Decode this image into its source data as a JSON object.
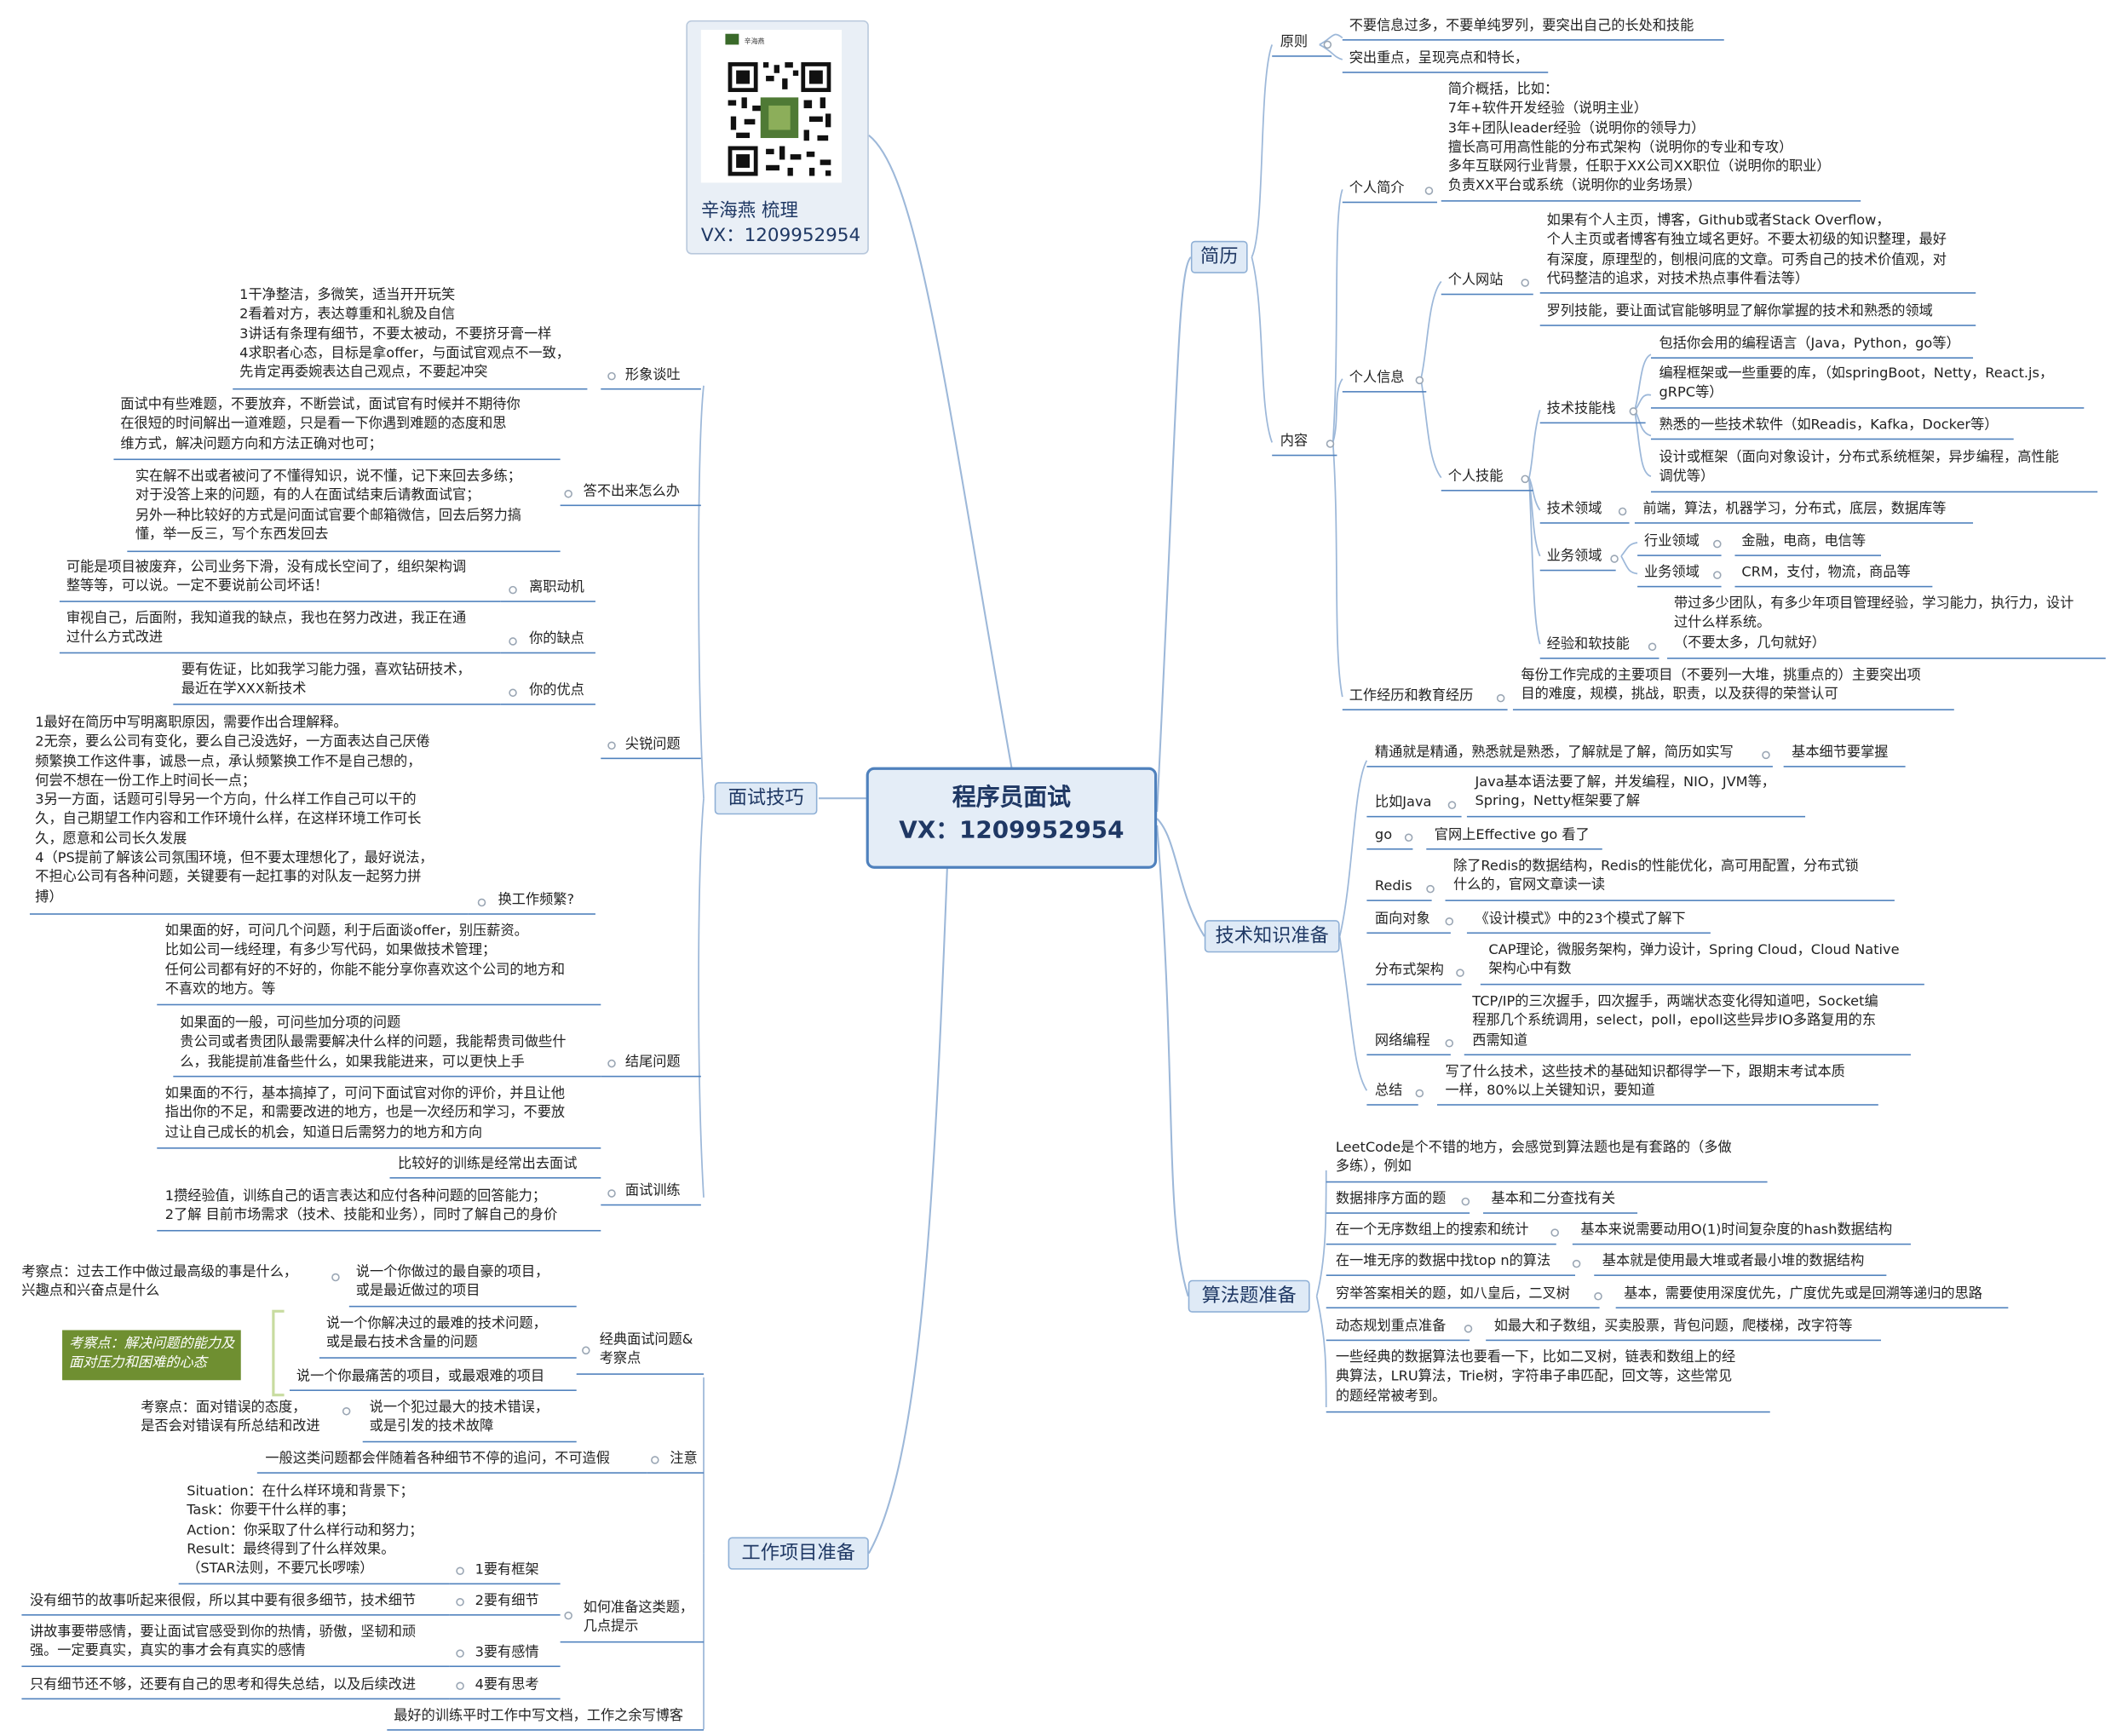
{
  "profile": {
    "caption": "辛海燕 梳理",
    "wechat": "VX：1209952954",
    "qr_label": "辛海燕"
  },
  "central": {
    "title": "程序员面试",
    "wechat": "VX：1209952954"
  },
  "branches": {
    "resume": "简历",
    "tech": "技术知识准备",
    "algo": "算法题准备",
    "skills": "面试技巧",
    "project": "工作项目准备"
  },
  "resume": {
    "principle": "原则",
    "principle_items": [
      "不要信息过多，不要单纯罗列，要突出自己的长处和技能",
      "突出重点，呈现亮点和特长，"
    ],
    "content": "内容",
    "intro": "个人简介",
    "intro_text": "简介概括，比如：\n7年+软件开发经验（说明主业）\n3年+团队leader经验（说明你的领导力）\n擅长高可用高性能的分布式架构（说明你的专业和专攻）\n多年互联网行业背景，任职于XX公司XX职位（说明你的职业）\n负责XX平台或系统（说明你的业务场景）",
    "info": "个人信息",
    "website": "个人网站",
    "website_text": "如果有个人主页，博客，Github或者Stack Overflow，\n个人主页或者博客有独立域名更好。不要太初级的知识整理，最好\n有深度，原理型的，刨根问底的文章。可秀自己的技术价值观，对\n代码整洁的追求，对技术热点事件看法等）",
    "skills": "个人技能",
    "skills_intro": "罗列技能，要让面试官能够明显了解你掌握的技术和熟悉的领域",
    "stack": "技术技能栈",
    "stack_items": [
      "包括你会用的编程语言（Java，Python，go等）",
      "编程框架或一些重要的库，（如springBoot，Netty，React.js，\ngRPC等）",
      "熟悉的一些技术软件（如Readis，Kafka，Docker等）",
      "设计或框架（面向对象设计，分布式系统框架，异步编程，高性能\n调优等）"
    ],
    "tech_domain": "技术领域",
    "tech_domain_text": "前端，算法，机器学习，分布式，底层，数据库等",
    "biz": "业务领域",
    "industry": "行业领域",
    "industry_text": "金融，电商，电信等",
    "business": "业务领域",
    "business_text": "CRM，支付，物流，商品等",
    "soft": "经验和软技能",
    "soft_text": "带过多少团队，有多少年项目管理经验，学习能力，执行力，设计\n过什么样系统。\n（不要太多，几句就好）",
    "history": "工作经历和教育经历",
    "history_text": "每份工作完成的主要项目（不要列一大堆，挑重点的）主要突出项\n目的难度，规模，挑战，职责，以及获得的荣誉认可"
  },
  "tech": {
    "precision": "精通就是精通，熟悉就是熟悉，了解就是了解，简历如实写",
    "precision_tip": "基本细节要掌握",
    "java": "比如Java",
    "java_text": "Java基本语法要了解，并发编程，NIO，JVM等，\nSpring，Netty框架要了解",
    "go": "go",
    "go_text": "官网上Effective go 看了",
    "redis": "Redis",
    "redis_text": "除了Redis的数据结构，Redis的性能优化，高可用配置，分布式锁\n什么的，官网文章读一读",
    "oop": "面向对象",
    "oop_text": "《设计模式》中的23个模式了解下",
    "dist": "分布式架构",
    "dist_text": "CAP理论，微服务架构，弹力设计，Spring Cloud，Cloud Native\n架构心中有数",
    "net": "网络编程",
    "net_text": "TCP/IP的三次握手，四次握手，两端状态变化得知道吧，Socket编\n程那几个系统调用，select，poll，epoll这些异步IO多路复用的东\n西需知道",
    "summary": "总结",
    "summary_text": "写了什么技术，这些技术的基础知识都得学一下，跟期末考试本质\n一样，80%以上关键知识，要知道"
  },
  "algo": {
    "intro": "LeetCode是个不错的地方，会感觉到算法题也是有套路的（多做\n多练），例如",
    "rows": [
      {
        "topic": "数据排序方面的题",
        "tip": "基本和二分查找有关"
      },
      {
        "topic": "在一个无序数组上的搜索和统计",
        "tip": "基本来说需要动用O(1)时间复杂度的hash数据结构"
      },
      {
        "topic": "在一堆无序的数据中找top n的算法",
        "tip": "基本就是使用最大堆或者最小堆的数据结构"
      },
      {
        "topic": "穷举答案相关的题，如八皇后，二叉树",
        "tip": "基本，需要使用深度优先，广度优先或是回溯等递归的思路"
      },
      {
        "topic": "动态规划重点准备",
        "tip": "如最大和子数组，买卖股票，背包问题，爬楼梯，改字符等"
      }
    ],
    "outro": "一些经典的数据算法也要看一下，比如二叉树，链表和数组上的经\n典算法，LRU算法，Trie树，字符串子串匹配，回文等，这些常见\n的题经常被考到。"
  },
  "skills": {
    "image": "形象谈吐",
    "image_text": "1干净整洁，多微笑，适当开开玩笑\n2看着对方，表达尊重和礼貌及自信\n3讲话有条理有细节，不要太被动，不要挤牙膏一样\n4求职者心态，目标是拿offer，与面试官观点不一致，\n先肯定再委婉表达自己观点，不要起冲突",
    "unanswered": "答不出来怎么办",
    "unanswered_a": "面试中有些难题，不要放弃，不断尝试，面试官有时候并不期待你\n在很短的时间解出一道难题，只是看一下你遇到难题的态度和思\n维方式，解决问题方向和方法正确对也可；",
    "unanswered_b": "实在解不出或者被问了不懂得知识，说不懂，记下来回去多练；\n对于没答上来的问题，有的人在面试结束后请教面试官；\n另外一种比较好的方式是问面试官要个邮箱微信，回去后努力搞\n懂，举一反三，写个东西发回去",
    "sharp": "尖锐问题",
    "leave": "离职动机",
    "leave_text": "可能是项目被废弃，公司业务下滑，没有成长空间了，组织架构调\n整等等，可以说。一定不要说前公司坏话！",
    "weak": "你的缺点",
    "weak_text": "审视自己，后面附，我知道我的缺点，我也在努力改进，我正在通\n过什么方式改进",
    "strong": "你的优点",
    "strong_text": "要有佐证，比如我学习能力强，喜欢钻研技术，\n最近在学XXX新技术",
    "hop": "换工作频繁?",
    "hop_text": "1最好在简历中写明离职原因，需要作出合理解释。\n2无奈，要么公司有变化，要么自己没选好，一方面表达自己厌倦\n频繁换工作这件事，诚恳一点，承认频繁换工作不是自己想的，\n何尝不想在一份工作上时间长一点；\n3另一方面，话题可引导另一个方向，什么样工作自己可以干的\n久，自己期望工作内容和工作环境什么样，在这样环境工作可长\n久，愿意和公司长久发展\n4（PS提前了解该公司氛围环境，但不要太理想化了，最好说法，\n不担心公司有各种问题，关键要有一起扛事的对队友一起努力拼\n搏）",
    "closing": "结尾问题",
    "closing_a": "如果面的好，可问几个问题，利于后面谈offer，别压薪资。\n比如公司一线经理，有多少写代码，如果做技术管理；\n任何公司都有好的不好的，你能不能分享你喜欢这个公司的地方和\n不喜欢的地方。等",
    "closing_b": "如果面的一般，可问些加分项的问题\n贵公司或者贵团队最需要解决什么样的问题，我能帮贵司做些什\n么，我能提前准备些什么，如果我能进来，可以更快上手",
    "closing_c": "如果面的不行，基本搞掉了，可问下面试官对你的评价，并且让他\n指出你的不足，和需要改进的地方，也是一次经历和学习，不要放\n过让自己成长的机会，知道日后需努力的地方和方向",
    "training": "面试训练",
    "training_a": "比较好的训练是经常出去面试",
    "training_b": "1攒经验值，训练自己的语言表达和应付各种问题的回答能力；\n2了解 目前市场需求（技术、技能和业务），同时了解自己的身价"
  },
  "project": {
    "classic": "经典面试问题&\n考察点",
    "q1": "说一个你做过的最自豪的项目，\n或是最近做过的项目",
    "q1_focus": "考察点：过去工作中做过最高级的事是什么，\n兴趣点和兴奋点是什么",
    "q2": "说一个你解决过的最难的技术问题，\n或是最右技术含量的问题",
    "q3": "说一个你最痛苦的项目，或最艰难的项目",
    "q23_focus": "考察点：解决问题的能力及\n面对压力和困难的心态",
    "q4": "说一个犯过最大的技术错误，\n或是引发的技术故障",
    "q4_focus": "考察点：面对错误的态度，\n是否会对错误有所总结和改进",
    "attention": "注意",
    "attention_text": "一般这类问题都会伴随着各种细节不停的追问，不可造假",
    "howto": "如何准备这类题，\n几点提示",
    "frame": "1要有框架",
    "frame_text": "Situation：在什么样环境和背景下；\nTask：你要干什么样的事；\nAction：你采取了什么样行动和努力；\nResult：最终得到了什么样效果。\n（STAR法则，不要冗长啰嗦）",
    "detail": "2要有细节",
    "detail_text": "没有细节的故事听起来很假，所以其中要有很多细节，技术细节",
    "emotion": "3要有感情",
    "emotion_text": "讲故事要带感情，要让面试官感受到你的热情，骄傲，坚韧和顽\n强。一定要真实，真实的事才会有真实的感情",
    "think": "4要有思考",
    "think_text": "只有细节还不够，还要有自己的思考和得失总结，以及后续改进",
    "best": "最好的训练平时工作中写文档，工作之余写博客"
  }
}
